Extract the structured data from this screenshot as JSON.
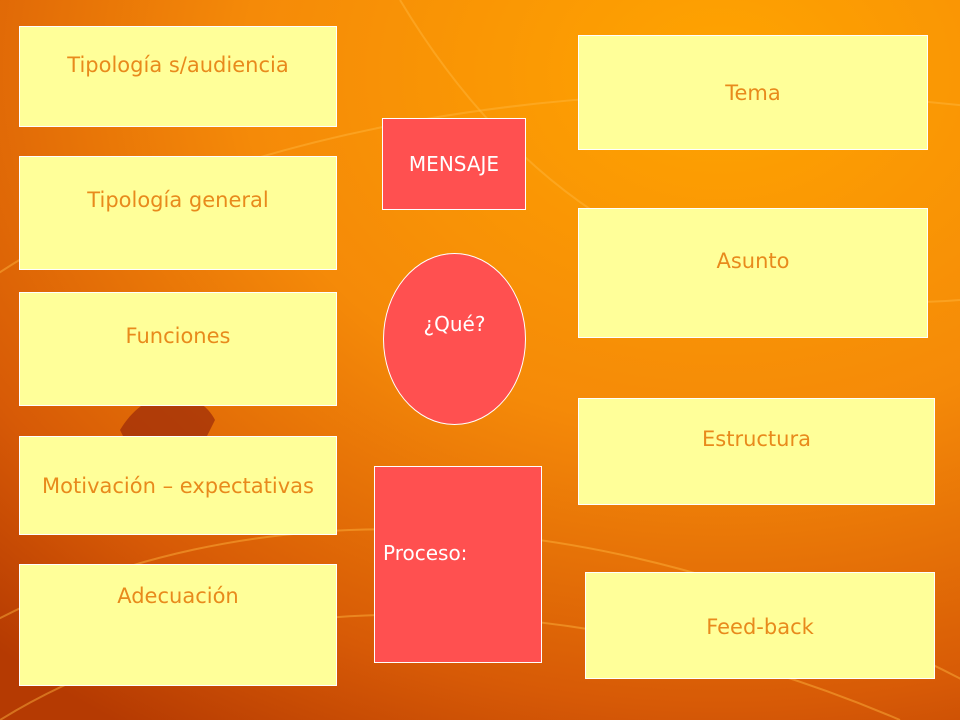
{
  "colors": {
    "background_light": "#ffa000",
    "background_dark": "#b33300",
    "box_fill": "#ffff99",
    "box_text": "#e88a1c",
    "red_fill": "#ff5050",
    "red_text": "#ffffff"
  },
  "left_boxes": [
    "Tipología s/audiencia",
    "Tipología general",
    "Funciones",
    "Motivación – expectativas",
    "Adecuación"
  ],
  "center": {
    "title": "MENSAJE",
    "question": "¿Qué?",
    "process": "Proceso:"
  },
  "right_boxes": [
    "Tema",
    "Asunto",
    "Estructura",
    "Feed-back"
  ]
}
